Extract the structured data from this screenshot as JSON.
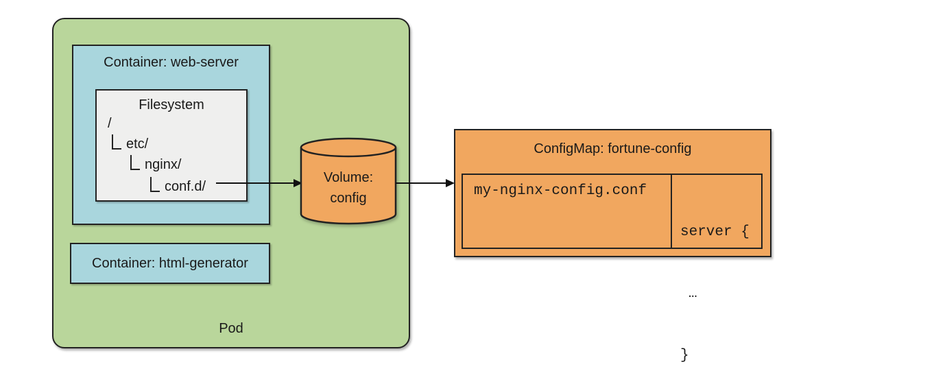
{
  "diagram": {
    "pod": {
      "label": "Pod"
    },
    "web_server_container": {
      "label": "Container: web-server"
    },
    "html_generator_container": {
      "label": "Container: html-generator"
    },
    "filesystem": {
      "title": "Filesystem",
      "root": "/",
      "level1": "etc/",
      "level2": "nginx/",
      "level3": "conf.d/"
    },
    "volume": {
      "line1": "Volume:",
      "line2": "config"
    },
    "configmap": {
      "title": "ConfigMap: fortune-config",
      "key": "my-nginx-config.conf",
      "value_line1": "server {",
      "value_line2": "…",
      "value_line3": "}"
    }
  },
  "colors": {
    "pod_fill": "#b9d69b",
    "container_fill": "#a9d6dd",
    "filesystem_fill": "#efefee",
    "volume_fill": "#f1a75f",
    "configmap_fill": "#f1a75f",
    "border": "#222222",
    "arrow": "#111111"
  }
}
